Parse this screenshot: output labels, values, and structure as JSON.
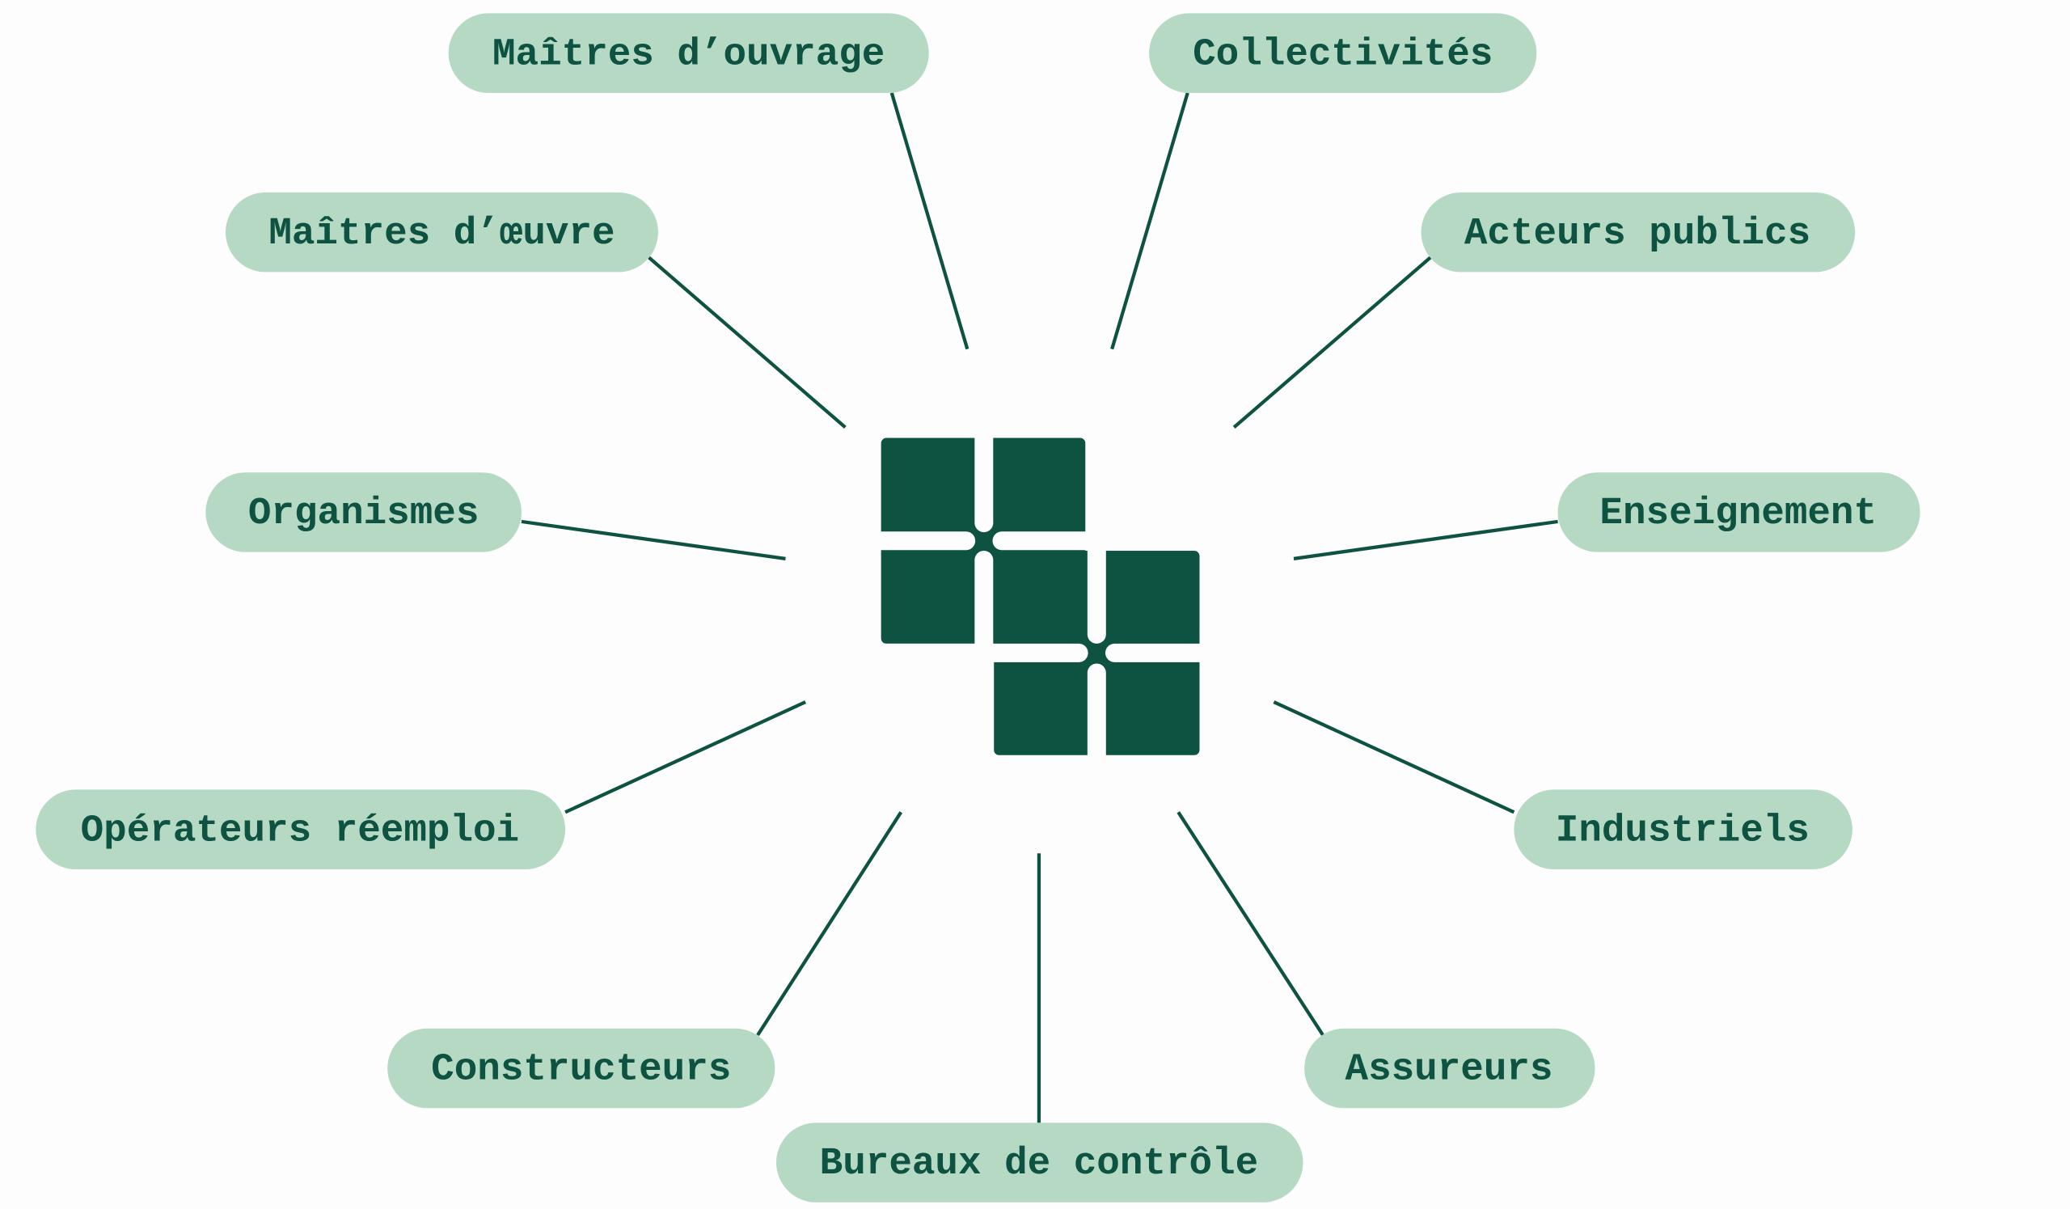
{
  "colors": {
    "pill": "#b5d9c2",
    "text": "#0e5242",
    "line": "#0e5242",
    "logo": "#0e5242"
  },
  "center": {
    "icon": "puzzle-grid-logo"
  },
  "nodes": [
    {
      "label": "Maîtres d’ouvrage"
    },
    {
      "label": "Collectivités"
    },
    {
      "label": "Maîtres d’œuvre"
    },
    {
      "label": "Acteurs publics"
    },
    {
      "label": "Organismes"
    },
    {
      "label": "Enseignement"
    },
    {
      "label": "Opérateurs réemploi"
    },
    {
      "label": "Industriels"
    },
    {
      "label": "Constructeurs"
    },
    {
      "label": "Assureurs"
    },
    {
      "label": "Bureaux de contrôle"
    }
  ]
}
